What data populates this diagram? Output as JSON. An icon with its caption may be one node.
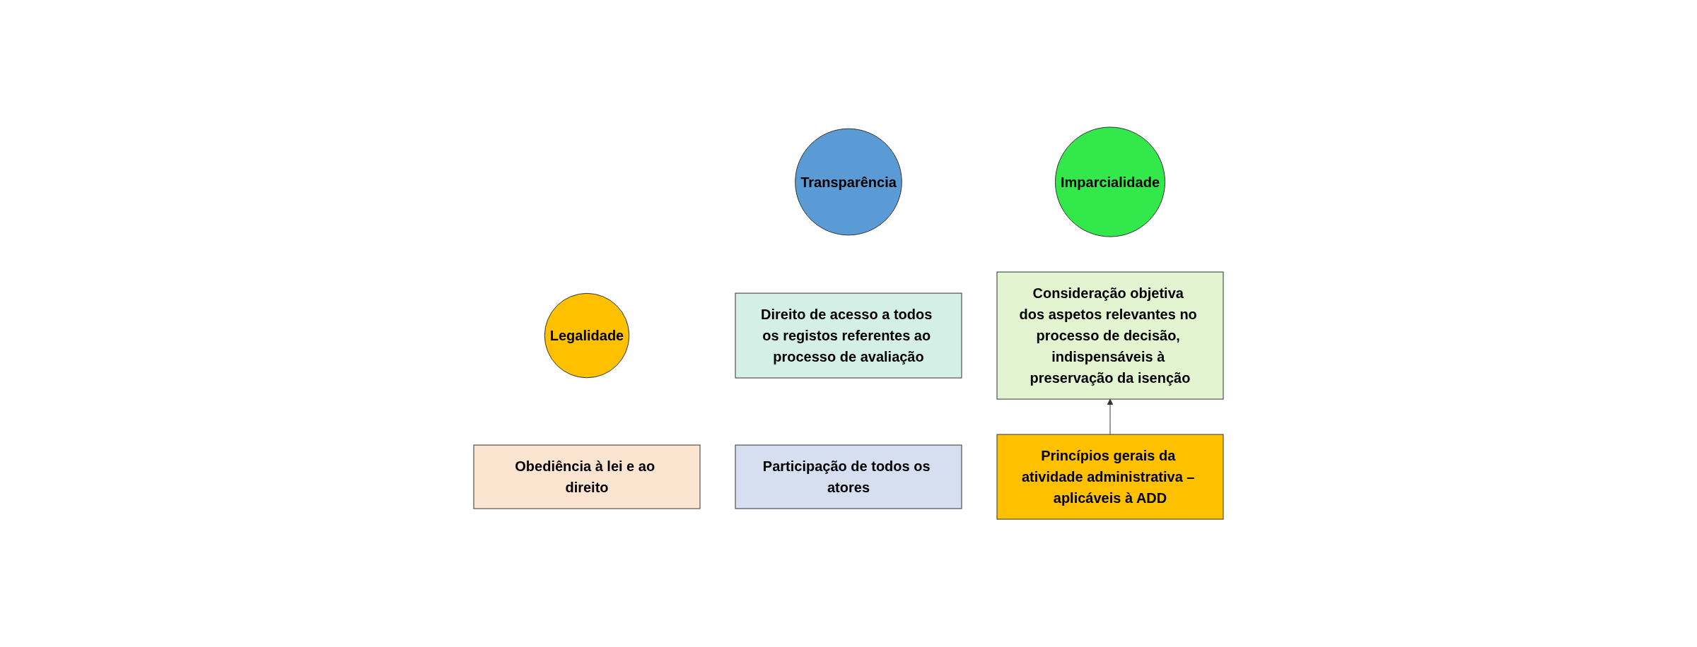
{
  "diagram": {
    "nodes": [
      {
        "text": [
          "Legalidade"
        ]
      },
      {
        "text": [
          "Obediência à lei e ao direito"
        ]
      },
      {
        "text": [
          "Imparcialidade"
        ]
      },
      {
        "text": [
          "Consideração objetiva dos aspetos relevantes no processo de decisão, indispensáveis à preservação da isenção"
        ]
      },
      {
        "text": [
          "Transparência"
        ]
      },
      {
        "text": [
          "Direito de acesso a todos os registos referentes ao processo de avaliação"
        ]
      },
      {
        "text": [
          "Participação de todos os atores"
        ]
      },
      {
        "text": [
          "Princípios gerais da atividade administrativa – aplicáveis à ADD"
        ]
      }
    ],
    "edges": [
      {
        "from": 7,
        "to": 3,
        "arrow": "to"
      }
    ]
  }
}
